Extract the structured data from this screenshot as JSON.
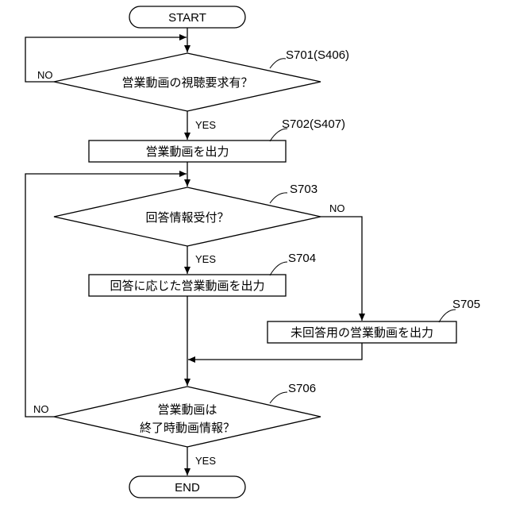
{
  "flowchart": {
    "start": "START",
    "end": "END",
    "yes": "YES",
    "no": "NO",
    "steps": {
      "s701": {
        "label": "S701(S406)",
        "text": "営業動画の視聴要求有？"
      },
      "s702": {
        "label": "S702(S407)",
        "text": "営業動画を出力"
      },
      "s703": {
        "label": "S703",
        "text": "回答情報受付？"
      },
      "s704": {
        "label": "S704",
        "text": "回答に応じた営業動画を出力"
      },
      "s705": {
        "label": "S705",
        "text": "未回答用の営業動画を出力"
      },
      "s706": {
        "label": "S706",
        "text_line1": "営業動画は",
        "text_line2": "終了時動画情報？"
      }
    }
  }
}
